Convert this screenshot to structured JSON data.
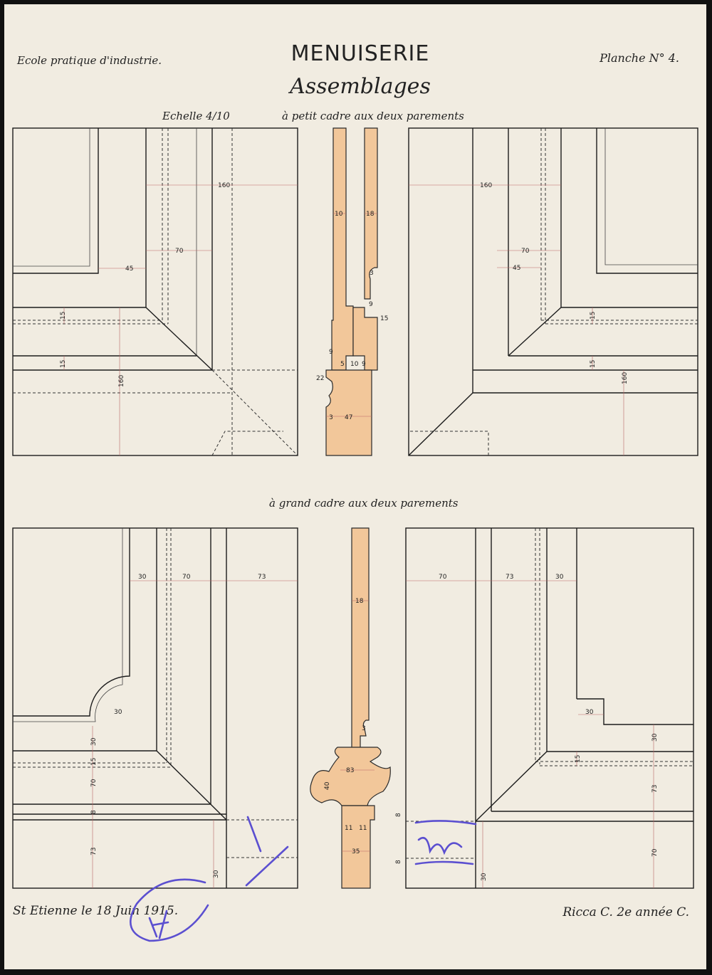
{
  "header": {
    "school": "Ecole pratique d'industrie.",
    "title": "MENUISERIE",
    "subtitle": "Assemblages",
    "plate": "Planche N° 4."
  },
  "scale": "Echelle 4/10",
  "section_small_frame": "à petit cadre aux deux parements",
  "section_large_frame": "à grand cadre aux deux parements",
  "footer": {
    "place_date": "St Etienne le 18 Juin 1915.",
    "author": "Ricca C. 2e année C."
  },
  "dimensions": {
    "d160": "160",
    "d70": "70",
    "d45": "45",
    "d15": "15",
    "d10": "10",
    "d18": "18",
    "d9": "9",
    "d5": "5",
    "d22": "22",
    "d3": "3",
    "d47": "47",
    "d30": "30",
    "d73": "73",
    "d83": "83",
    "d40": "40",
    "d11": "11",
    "d35": "35",
    "d8": "8"
  },
  "colors": {
    "paper": "#f1ece1",
    "wood": "#f2c79a",
    "ink": "#1c1c1c",
    "stamp": "#5b4fd0"
  }
}
